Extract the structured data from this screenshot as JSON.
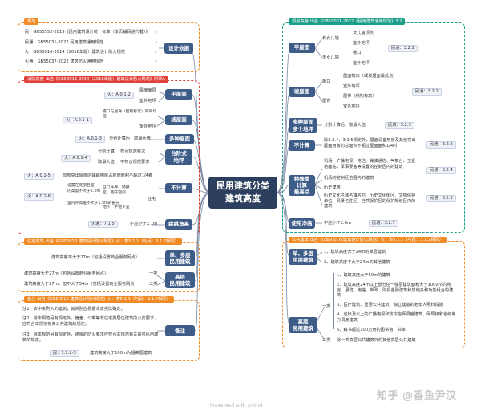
{
  "central": {
    "title_line1": "民用建筑分类",
    "title_line2": "建筑高度"
  },
  "spec_group": {
    "tag": "规范",
    "items": [
      "民：GB50352-2019《民用建筑设计统一标准（本页辅民通代替）》",
      "民通：GB55031-2022 民用建筑通用规范",
      "火：GB50016-2014（2018年版）建筑设计防火规范",
      "火通：GB55037-2022 建筑防火通用规范"
    ],
    "node": "设计依据"
  },
  "fire_group": {
    "tag": "消防高度-出自《GB50016-2014（2018年版）建筑设计防火规范》附录A",
    "flat": {
      "node": "平屋面",
      "ref": "火：A.0.1-2",
      "items": [
        "屋面面层",
        "室外地坪"
      ]
    },
    "slope": {
      "node": "坡屋面",
      "ref": "火：A.0.1-1",
      "items": [
        "檐口与屋脊（结构标高）的平均值",
        "室外地坪"
      ]
    },
    "multi": {
      "node": "多种屋面",
      "ref": "火：A.0.1-3",
      "items": [
        "分别计算后，取最大值"
      ]
    },
    "terrace": {
      "node": "台阶式\n地坪",
      "ref": "火：A.0.1-4",
      "items": [
        "分别计算",
        "符合规范要求",
        "取最大值",
        "不符合规范要求"
      ]
    },
    "notcount": {
      "node": "不计算",
      "ref1": "火：A.0.1-5",
      "ref2": "火：A.0.1-6",
      "items": [
        "局部突出屋面的辅助用房占屋面面积不超过1/4者",
        "设置在底部且室",
        "内高度不大于2.2m",
        "的自行车库、储藏室、敞开空间",
        "室内外高差不大于1.5m的部分",
        "自行车库、储藏",
        "室、敞开空间",
        "地下、半地下室",
        "住宅"
      ]
    },
    "height": {
      "node": "跳跳净高",
      "ref": "火通：7.1.5",
      "items": [
        "不应小于2.1m"
      ]
    }
  },
  "residential_group": {
    "tag": "住宅建筑-出自《GB50016 建筑设计防火规范》火：表5.1.1（与民：3.1.2相同）",
    "low": {
      "node": "单、多层\n民用建筑",
      "items": [
        "建筑高度不大于27m（包括设置商业服务网点）"
      ]
    },
    "high": {
      "node": "高层\n民用建筑",
      "items": [
        "建筑高度大于27m（包括设置商业服务网点）",
        "建筑高度大于27m，但不大于54m（包括设置商业服务网点）",
        "一类",
        "二类"
      ]
    }
  },
  "notes_group": {
    "tag": "备注-出自《GB50016 建筑设计防火规范》火：表5.1.1（与民：3.1.2相同）",
    "node": "备注",
    "notes": [
      "注1：表中未列入的建筑，其类别应根据本表类比确定。",
      "注2：除本规范另有规定外，宿舍、公寓等非住宅类居住建筑的火灾要求，应符合本规范有关公共建筑的规定。",
      "注3：除本规范另有规定外，裙房的防火要求应符合本规范有关高层民用建筑的规定。"
    ],
    "ref": "民：3.1.2-3",
    "ref_item": "建筑高度大于100m为超高层建筑"
  },
  "plan_group": {
    "tag": "规划高度-出自《GB55031-2022《民用建筑通用规范》3.2",
    "flat": {
      "node": "平屋面",
      "items": [
        "有女儿墙",
        "女儿墙顶点",
        "室外地坪",
        "无女儿墙",
        "檐口",
        "室外地坪"
      ],
      "ref": "民通：3.2.1"
    },
    "slope": {
      "node": "坡屋面",
      "items": [
        "檐口",
        "屋面檐口（或坡屋面最低点）",
        "室外地坪",
        "屋脊",
        "屋脊（结构标高）",
        "室外地坪"
      ],
      "ref": "民通：3.2.2"
    },
    "multi": {
      "node": "多种屋面\n多个地坪",
      "items": [
        "分别计算后，取最大值"
      ],
      "ref": "民通：3.2.3"
    },
    "notcount": {
      "node": "不计算",
      "items": [
        "除3.2.4、3.2.5规定外，屋面设备用房及其他突出屋面用房的总面积不超过屋面面积1/4时"
      ],
      "ref": "民通：3.2.6"
    },
    "special": {
      "node": "特殊类\n计算\n最高点",
      "items": [
        "机场、广播电视、电信、微波通信、气象台、卫星地面站、军事要塞等设置的控制区内的建筑",
        "机场的控制区范围内的建筑",
        "历史建筑",
        "历史文化名城名镇名村、历史文化街区、文物保护单位、风景名胜区、自然保护区的保护规划区内的建筑"
      ],
      "ref1": "民通：3.2.4",
      "ref2": "民通：3.2.5"
    },
    "usage": {
      "node": "使用净高",
      "items": [
        "不应小于2.0m"
      ],
      "ref": "民通：3.2.7"
    }
  },
  "public_group": {
    "tag": "公共建筑-出自《GB50016 建筑设计防火规范》火：表5.1.1（与民：3.1.2相同）",
    "low": {
      "node": "单、多层\n民用建筑",
      "items": [
        "1、建筑高度大于24m的单层建筑",
        "2、建筑高度不大于24m的其他建筑"
      ]
    },
    "high": {
      "node": "高层\n民用建筑",
      "items": [
        "1、建筑高度大于50m的建筑",
        "2、建筑高度24m以上部分任一楼层建筑面积大于1000㎡的商店、展览、电信、邮政、财贸金融建筑和其他多种功能组合的建筑",
        "3、医疗建筑、重要公共建筑、独立建造的老年人照料设施",
        "4、省级及以上的广播电视和防灾指挥调度建筑、网局级和省级电力调度建筑",
        "5、藏书超过100万册的图书馆、书库",
        "除一类高层公共建筑外的其他高层公共建筑"
      ],
      "cls1": "一类",
      "cls2": "二类"
    }
  },
  "footer": "Presented with xmind",
  "watermark": "知乎 @香鱼尹汉",
  "colors": {
    "node": "#3e5c88",
    "central": "#2c3f5e",
    "orange": "#f08a24",
    "red": "#e2413b",
    "teal": "#1a9e8a",
    "line": "#7b8aa4"
  }
}
